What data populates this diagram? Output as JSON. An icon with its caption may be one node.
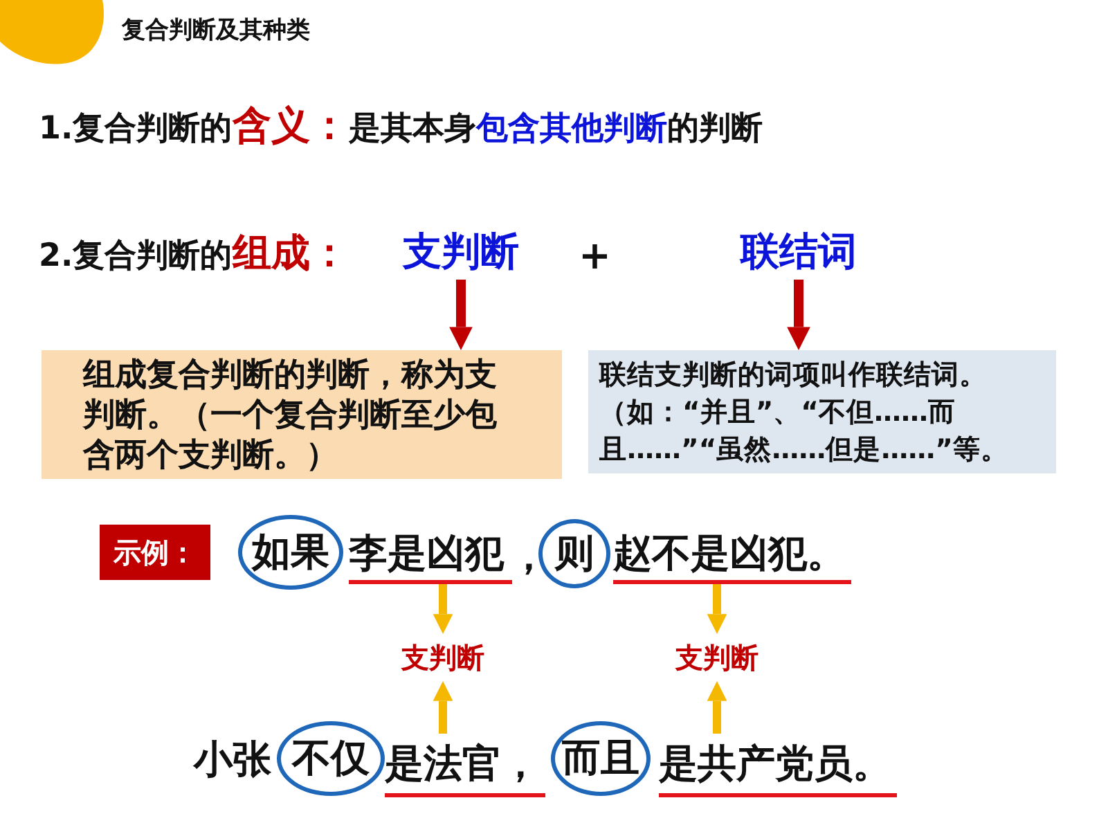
{
  "diagram": {
    "title": "复合判断及其种类",
    "nodes": [
      {
        "text": [
          "支判断"
        ]
      },
      {
        "text": [
          "联结词"
        ]
      },
      {
        "text": [
          "组成复合判断的判断，称为支判断。（一个复合判断至少包含两个支判断。）"
        ]
      },
      {
        "text": [
          "联结支判断的词项叫作联结词。（如：“并且”、“不但……而且……”“虽然……但是……”等。"
        ]
      },
      {
        "text": [
          "示例："
        ]
      },
      {
        "text": [
          "如果"
        ]
      },
      {
        "text": [
          "李是凶犯"
        ]
      },
      {
        "text": [
          "则"
        ]
      },
      {
        "text": [
          "赵不是凶犯。"
        ]
      },
      {
        "text": [
          "支判断"
        ]
      },
      {
        "text": [
          "支判断"
        ]
      },
      {
        "text": [
          "不仅"
        ]
      },
      {
        "text": [
          "是法官，"
        ]
      },
      {
        "text": [
          "而且"
        ]
      },
      {
        "text": [
          "是共产党员。"
        ]
      }
    ],
    "edges": [
      {
        "from": 0,
        "to": 2,
        "arrow": "to",
        "color": "#c00000"
      },
      {
        "from": 1,
        "to": 3,
        "arrow": "to",
        "color": "#c00000"
      },
      {
        "from": 6,
        "to": 9,
        "arrow": "to"
      },
      {
        "from": 8,
        "to": 10,
        "arrow": "to"
      },
      {
        "from": 12,
        "to": 9,
        "arrow": "to"
      },
      {
        "from": 14,
        "to": 10,
        "arrow": "to"
      }
    ],
    "labels": [
      "1.复合判断的",
      "含义：",
      "是其本身",
      "包含其他判断",
      "的判断",
      "2.复合判断的",
      "组成：",
      "+",
      "，",
      "小张"
    ]
  }
}
